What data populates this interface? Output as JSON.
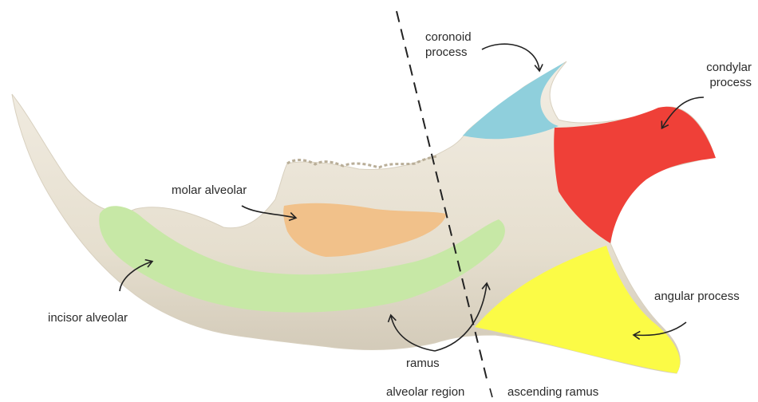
{
  "labels": {
    "coronoid": [
      "coronoid",
      "process"
    ],
    "condylar": [
      "condylar",
      "process"
    ],
    "molar": "molar alveolar",
    "incisor": "incisor alveolar",
    "angular": "angular process",
    "ramus": "ramus",
    "alveolar_region": "alveolar region",
    "ascending_ramus": "ascending ramus"
  },
  "colors": {
    "bone": "#e9e2d3",
    "bone_shadow": "#c9bfae",
    "coronoid": "#8fcfdc",
    "condylar": "#ef4038",
    "angular": "#fbfb46",
    "molar": "#f1c18a",
    "incisor": "#c7e8a6",
    "arrow": "#222222"
  }
}
